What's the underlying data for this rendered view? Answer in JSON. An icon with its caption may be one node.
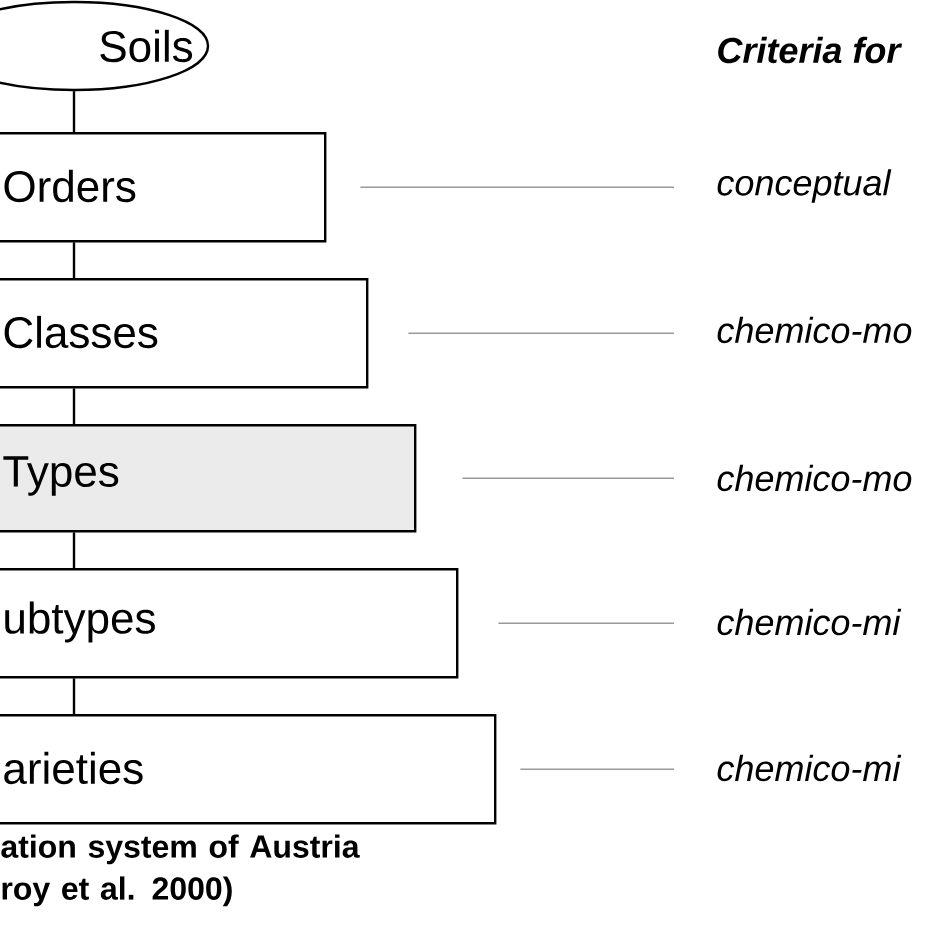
{
  "diagram": {
    "caption": "ation system of Austria roy et al. 2000)",
    "nodes": [
      {
        "text": [
          "Soils"
        ]
      },
      {
        "text": [
          "Orders"
        ]
      },
      {
        "text": [
          "Classes"
        ]
      },
      {
        "text": [
          "Types"
        ]
      },
      {
        "text": [
          "ubtypes"
        ]
      },
      {
        "text": [
          "arieties"
        ]
      },
      {
        "text": [
          "conceptual"
        ]
      },
      {
        "text": [
          "chemico-mo"
        ]
      },
      {
        "text": [
          "chemico-mo"
        ]
      },
      {
        "text": [
          "chemico-mi"
        ]
      },
      {
        "text": [
          "chemico-mi"
        ]
      }
    ],
    "edges": [
      {
        "from": 0,
        "to": 1,
        "arrow": "none"
      },
      {
        "from": 1,
        "to": 2,
        "arrow": "none"
      },
      {
        "from": 2,
        "to": 3,
        "arrow": "none"
      },
      {
        "from": 3,
        "to": 4,
        "arrow": "none"
      },
      {
        "from": 4,
        "to": 5,
        "arrow": "none"
      },
      {
        "from": 1,
        "to": 6,
        "arrow": "none",
        "color": "#9a9a9a"
      },
      {
        "from": 2,
        "to": 7,
        "arrow": "none",
        "color": "#9a9a9a"
      },
      {
        "from": 3,
        "to": 8,
        "arrow": "none",
        "color": "#9a9a9a"
      },
      {
        "from": 4,
        "to": 9,
        "arrow": "none",
        "color": "#9a9a9a"
      },
      {
        "from": 5,
        "to": 10,
        "arrow": "none",
        "color": "#9a9a9a"
      }
    ],
    "labels": [
      "Criteria for"
    ]
  }
}
